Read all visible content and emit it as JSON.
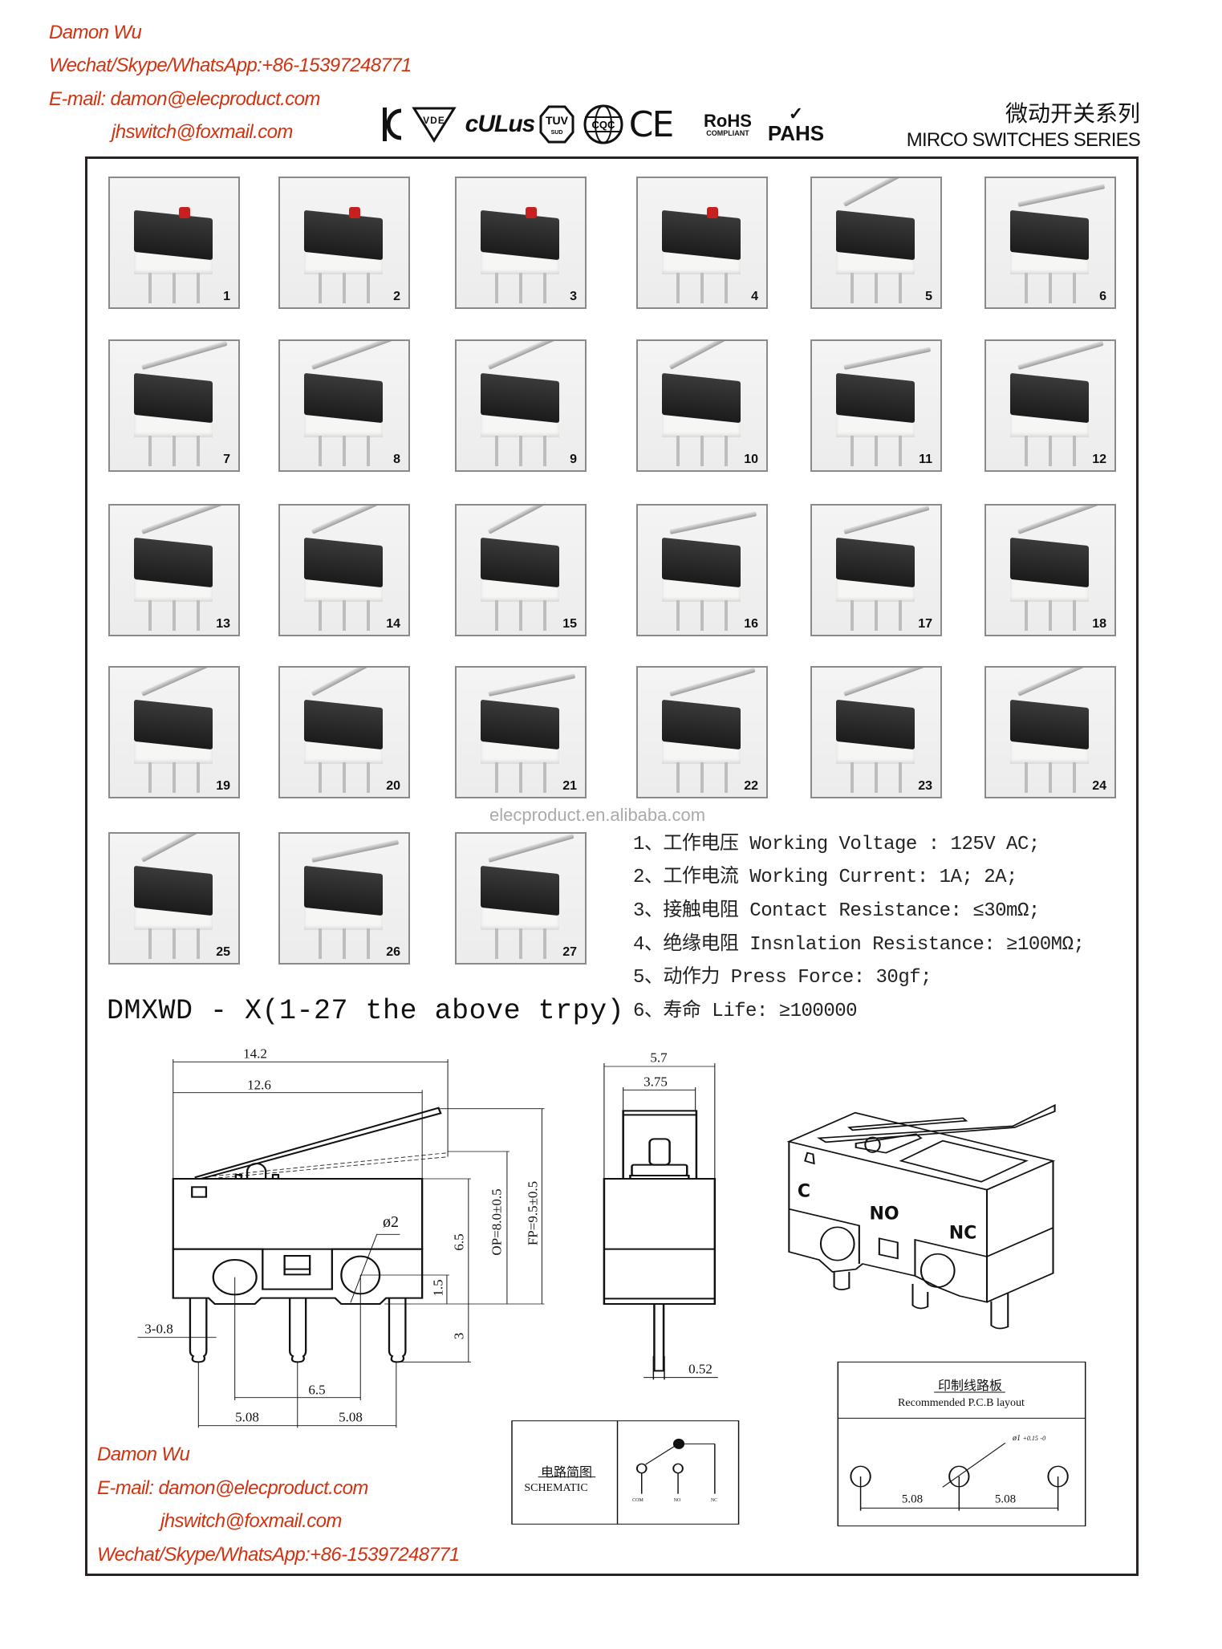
{
  "header": {
    "contact_name": "Damon Wu",
    "contact_phone": "Wechat/Skype/WhatsApp:+86-15397248771",
    "contact_email": "E-mail: damon@elecproduct.com",
    "contact_email2": "jhswitch@foxmail.com",
    "certifications": [
      "KC",
      "VDE",
      "cULus",
      "TUV SUD",
      "CQC",
      "CE",
      "RoHS COMPLIANT",
      "PAHS"
    ],
    "title_cn": "微动开关系列",
    "title_en": "MIRCO SWITCHES SERIES"
  },
  "catalog": {
    "thumbnails": [
      "1",
      "2",
      "3",
      "4",
      "5",
      "6",
      "7",
      "8",
      "9",
      "10",
      "11",
      "12",
      "13",
      "14",
      "15",
      "16",
      "17",
      "18",
      "19",
      "20",
      "21",
      "22",
      "23",
      "24",
      "25",
      "26",
      "27"
    ],
    "watermark": "elecproduct.en.alibaba.com",
    "model_title": "DMXWD - X(1-27 the above trpy)"
  },
  "specs": [
    "1、工作电压 Working Voltage : 125V AC;",
    "2、工作电流 Working Current:  1A; 2A;",
    "3、接触电阻 Contact Resistance: ≤30mΩ;",
    "4、绝缘电阻 Insnlation Resistance: ≥100MΩ;",
    "5、动作力 Press Force: 30gf;",
    "6、寿命 Life: ≥100000"
  ],
  "side_drawing": {
    "overall_length": "14.2",
    "body_length": "12.6",
    "hole_diameter": "ø2",
    "body_height": "6.5",
    "op": "OP=8.0±0.5",
    "fp": "FP=9.5±0.5",
    "hole_height": "1.5",
    "pin_length": "3",
    "pin_width": "3-0.8",
    "hole_spacing": "6.5",
    "pin_pitch_left": "5.08",
    "pin_pitch_right": "5.08"
  },
  "front_drawing": {
    "width": "5.7",
    "top_width": "3.75",
    "pin_thickness": "0.52"
  },
  "iso_drawing": {
    "label_c": "C",
    "label_no": "NO",
    "label_nc": "NC"
  },
  "schematic": {
    "title_cn": "电路简图",
    "title_en": "SCHEMATIC",
    "com": "COM",
    "no": "NO",
    "nc": "NC"
  },
  "pcb": {
    "title_cn": "印制线路板",
    "title_en": "Recommended P.C.B layout",
    "hole": "ø1",
    "tol_plus": "+0.15",
    "tol_minus": "-0",
    "pitch_left": "5.08",
    "pitch_right": "5.08"
  },
  "footer": {
    "contact_name": "Damon Wu",
    "contact_email": "E-mail: damon@elecproduct.com",
    "contact_email2": "jhswitch@foxmail.com",
    "contact_phone": "Wechat/Skype/WhatsApp:+86-15397248771"
  }
}
